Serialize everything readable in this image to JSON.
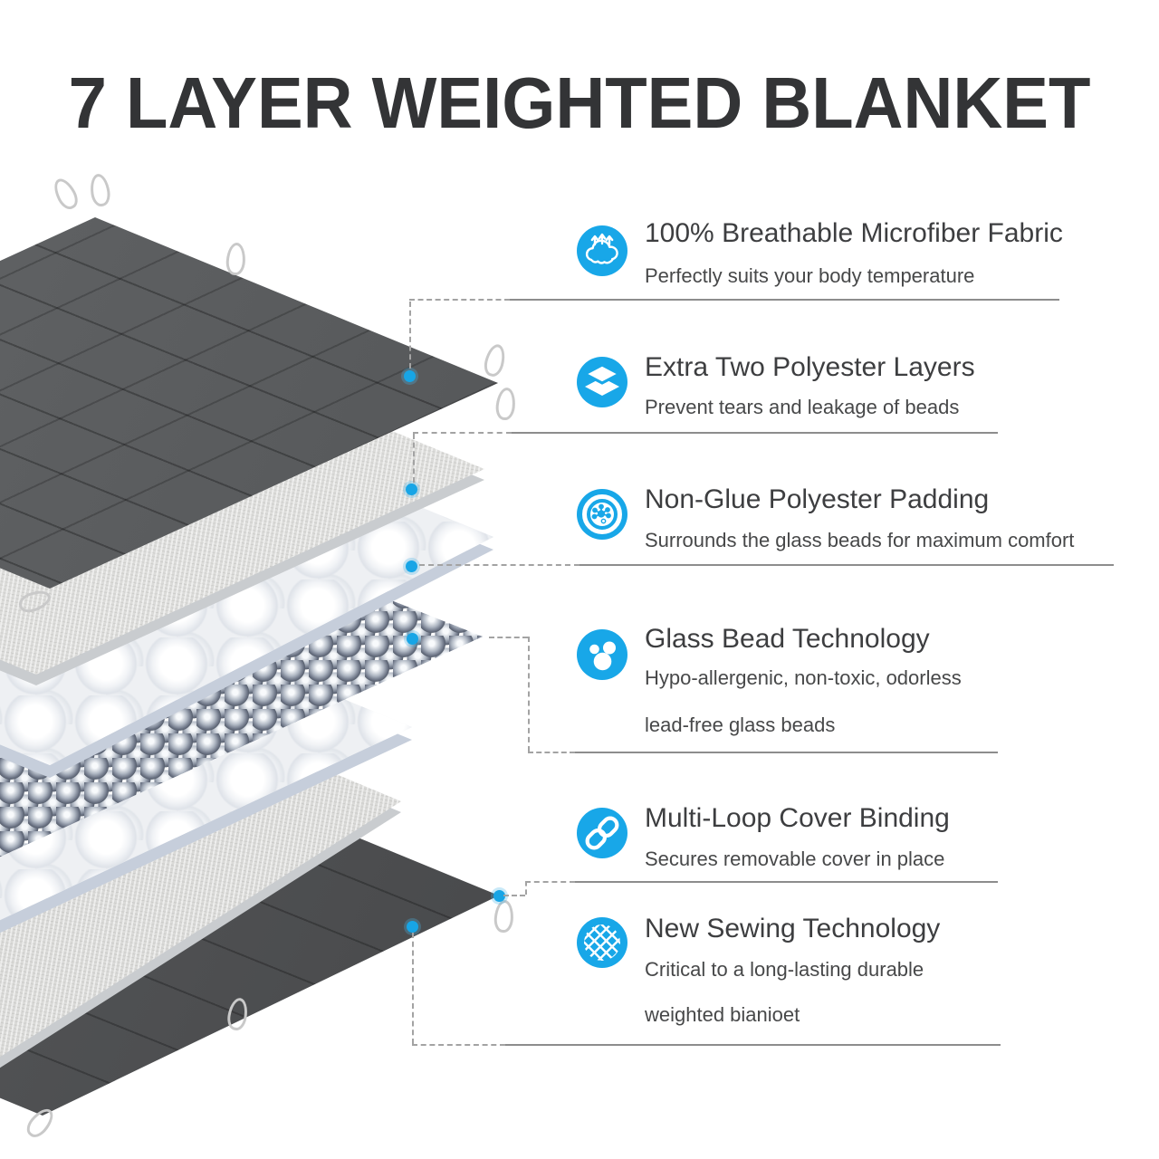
{
  "title": "7 LAYER WEIGHTED BLANKET",
  "colors": {
    "accent_blue": "#18a7e8",
    "title_text": "#333436",
    "body_text": "#474849",
    "top_fabric_gray": "#555759",
    "callout_line_gray": "#8d8d8d"
  },
  "diagram": {
    "layers": [
      "top-quilted-microfiber-cover",
      "upper-polyester-layer",
      "upper-non-glue-padding",
      "glass-beads-layer",
      "lower-non-glue-padding",
      "lower-polyester-layer",
      "bottom-quilted-cover"
    ]
  },
  "features": [
    {
      "icon": "breathability-icon",
      "title": "100% Breathable Microfiber Fabric",
      "subtitle": "Perfectly suits your body temperature"
    },
    {
      "icon": "layers-icon",
      "title": "Extra Two Polyester Layers",
      "subtitle": "Prevent tears and leakage of beads"
    },
    {
      "icon": "padding-molecule-icon",
      "title": "Non-Glue Polyester Padding",
      "subtitle": "Surrounds the glass beads for maximum comfort"
    },
    {
      "icon": "glass-beads-icon",
      "title": "Glass Bead Technology",
      "subtitle": "Hypo-allergenic, non-toxic, odorless",
      "subtitle2": "lead-free glass beads"
    },
    {
      "icon": "chain-link-icon",
      "title": "Multi-Loop Cover Binding",
      "subtitle": "Secures removable cover in place"
    },
    {
      "icon": "weave-icon",
      "title": "New Sewing Technology",
      "subtitle": "Critical to a long-lasting durable",
      "subtitle2": "weighted bianioet"
    }
  ]
}
